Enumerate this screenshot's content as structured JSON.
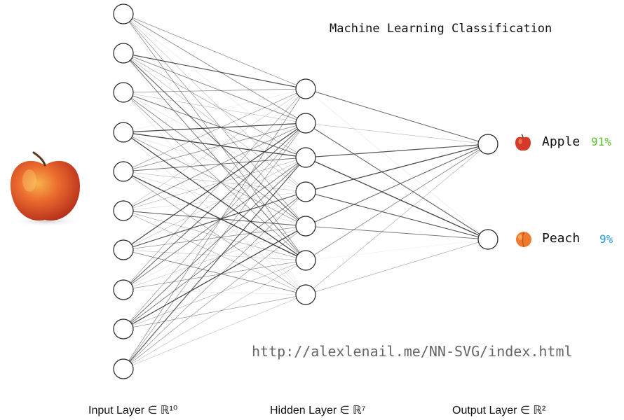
{
  "title": "Machine Learning Classification",
  "url": "http://alexlenail.me/NN-SVG/index.html",
  "layers": [
    {
      "label": "Input Layer ∈ ℝ¹⁰",
      "size": 10
    },
    {
      "label": "Hidden Layer ∈ ℝ⁷",
      "size": 7
    },
    {
      "label": "Output Layer ∈ ℝ²",
      "size": 2
    }
  ],
  "outputs": [
    {
      "label": "Apple",
      "percent": "91%",
      "percent_color": "#5cc22f",
      "icon": "apple-icon"
    },
    {
      "label": "Peach",
      "percent": "9%",
      "percent_color": "#2b9be0",
      "icon": "peach-icon"
    }
  ],
  "colors": {
    "node_stroke": "#222222",
    "edge": "#333333"
  }
}
